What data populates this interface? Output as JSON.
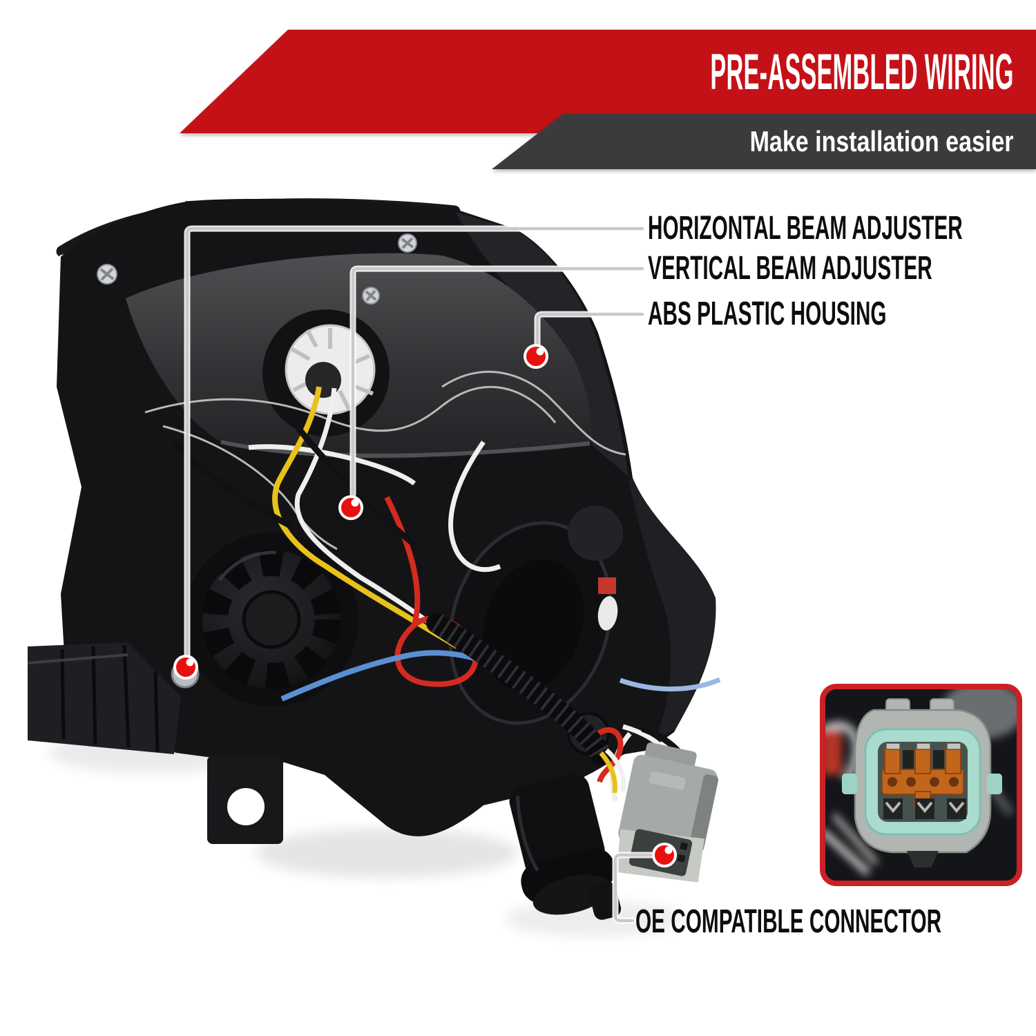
{
  "banner": {
    "title": "PRE-ASSEMBLED WIRING",
    "subtitle": "Make installation easier",
    "accent_color": "#c41117",
    "subtitle_bg_color": "#3b3b3d",
    "text_color": "#ffffff"
  },
  "callouts": [
    {
      "text": "HORIZONTAL BEAM ADJUSTER"
    },
    {
      "text": "VERTICAL BEAM ADJUSTER"
    },
    {
      "text": "ABS PLASTIC HOUSING"
    },
    {
      "text": "OE COMPATIBLE CONNECTOR"
    }
  ],
  "markers": {
    "color": "#e8100f",
    "count": 4
  },
  "callout_line_color": "#c9c9c9",
  "inset": {
    "border_color": "#cb2026",
    "content": "oe-connector-closeup"
  },
  "photo": {
    "subject": "rear view of projector headlight housing with pre-assembled wiring",
    "wire_colors": [
      "#e8c11c",
      "#f0f0f0",
      "#d42a20",
      "#5b8fd4",
      "#121212"
    ]
  }
}
